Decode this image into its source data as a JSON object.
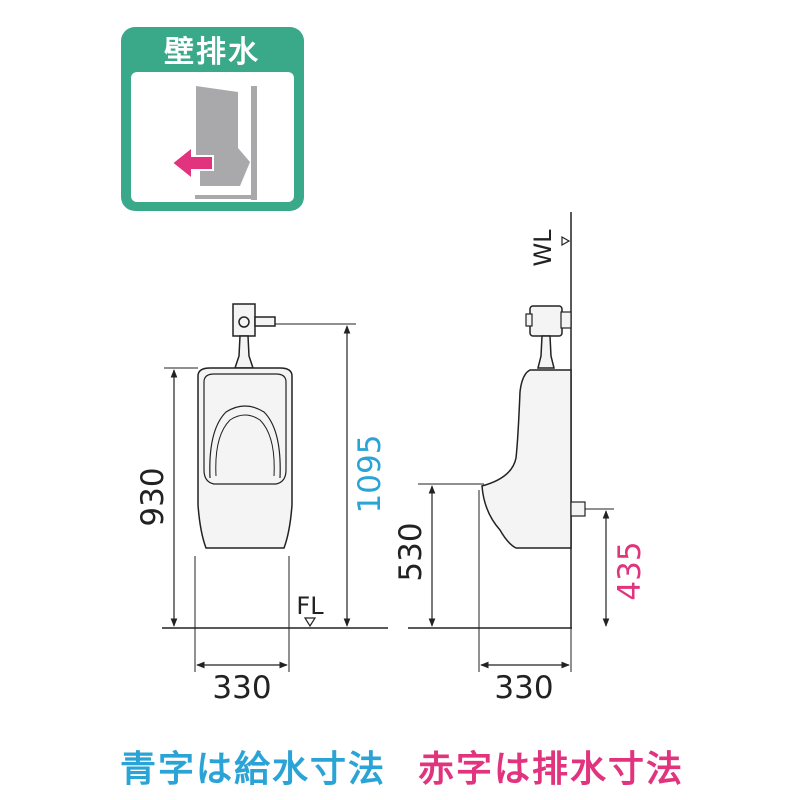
{
  "badge": {
    "title": "壁排水",
    "colors": {
      "frame": "#3aa98a",
      "arrow": "#e2337e",
      "fixture": "#a9a9ab"
    }
  },
  "front_view": {
    "height_label": "930",
    "supply_height_label": "1095",
    "width_label": "330",
    "floor_label": "FL"
  },
  "side_view": {
    "wall_label": "WL",
    "height_label": "530",
    "drain_height_label": "435",
    "width_label": "330"
  },
  "legend": {
    "supply_note": "青字は給水寸法",
    "drain_note": "赤字は排水寸法"
  },
  "colors": {
    "line": "#222222",
    "supply_blue": "#2aa3d6",
    "drain_red": "#e2337e",
    "fixture_fill": "#f4f4f4"
  }
}
